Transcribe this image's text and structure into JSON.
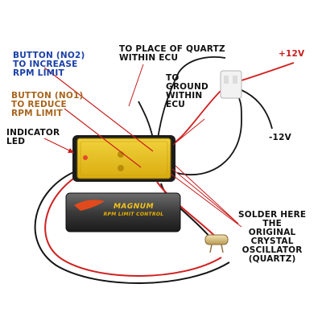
{
  "labels": {
    "button_increase": [
      "BUTTON (NO2)",
      "TO INCREASE",
      "RPM LIMIT"
    ],
    "button_reduce": [
      "BUTTON (NO1)",
      "TO REDUCE",
      "RPM LIMIT"
    ],
    "place_of_quartz": [
      "TO PLACE OF QUARTZ",
      "WITHIN ECU"
    ],
    "to_ground": [
      "TO",
      "GROUND",
      "WITHIN",
      "ECU"
    ],
    "plus_12v": "+12V",
    "minus_12v": "-12V",
    "indicator_led": [
      "INDICATOR",
      "LED"
    ],
    "solder_here": [
      "SOLDER HERE",
      "THE",
      "ORIGINAL",
      "CRYSTAL",
      "OSCILLATOR",
      "(QUARTZ)"
    ]
  },
  "device": {
    "brand": "MAGNUM",
    "subtitle": "RPM LIMIT CONTROL"
  },
  "colors": {
    "blue_label": "#1a3fa8",
    "brown_label": "#a8641c",
    "red_label": "#c81e1e",
    "pcb_yellow": "#e8c21c",
    "wire_red": "#d02020",
    "wire_black": "#151515"
  }
}
